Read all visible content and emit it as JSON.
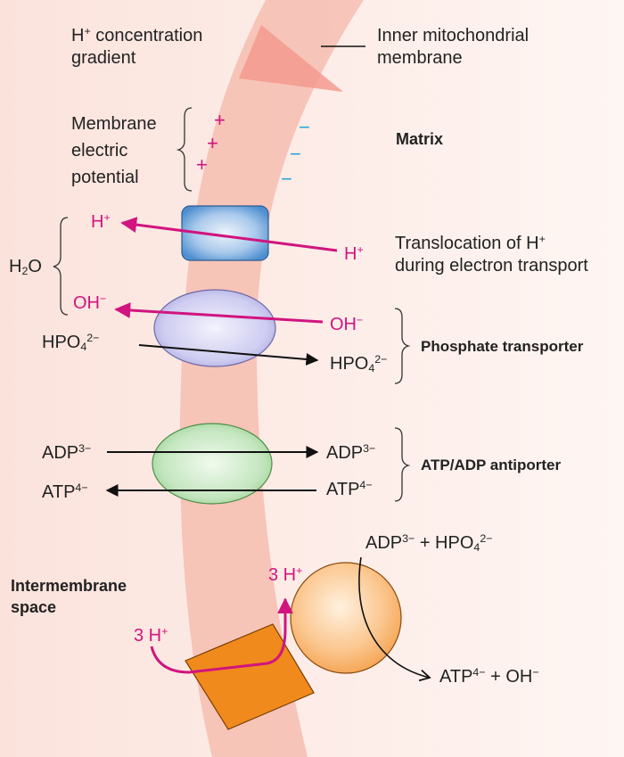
{
  "labels": {
    "h_gradient_line1": "H",
    "h_gradient_sup": "+",
    "h_gradient_rest": " concentration",
    "h_gradient_line2": "gradient",
    "inner_membrane_line1": "Inner mitochondrial",
    "inner_membrane_line2": "membrane",
    "membrane_potential_1": "Membrane",
    "membrane_potential_2": "electric",
    "membrane_potential_3": "potential",
    "matrix": "Matrix",
    "h2o_h": "H",
    "h2o_sub": "2",
    "h2o_o": "O",
    "h_left": "H",
    "h_left_sup": "+",
    "h_right": "H",
    "h_right_sup": "+",
    "translocation_1a": "Translocation of H",
    "translocation_1sup": "+",
    "translocation_2": "during electron transport",
    "oh_left": "OH",
    "oh_left_sup": "−",
    "oh_right": "OH",
    "oh_right_sup": "−",
    "hpo4_left": "HPO",
    "hpo4_left_sub": "4",
    "hpo4_left_sup": "2−",
    "hpo4_right": "HPO",
    "hpo4_right_sub": "4",
    "hpo4_right_sup": "2−",
    "phosphate_transporter": "Phosphate transporter",
    "adp_left": "ADP",
    "adp_left_sup": "3−",
    "adp_right": "ADP",
    "adp_right_sup": "3−",
    "atp_left": "ATP",
    "atp_left_sup": "4−",
    "atp_right": "ATP",
    "atp_right_sup": "4−",
    "antiporter": "ATP/ADP antiporter",
    "synthase_input_adp": "ADP",
    "synthase_input_adp_sup": "3−",
    "synthase_input_plus": " + HPO",
    "synthase_input_sub": "4",
    "synthase_input_sup": "2−",
    "intermembrane_1": "Intermembrane",
    "intermembrane_2": "space",
    "three_h_top": "3 H",
    "three_h_top_sup": "+",
    "three_h_bottom": "3 H",
    "three_h_bottom_sup": "+",
    "synthase_output_atp": "ATP",
    "synthase_output_sup": "4−",
    "synthase_output_rest": " + OH",
    "synthase_output_oh_sup": "−"
  },
  "potential_symbols": {
    "plus": "+",
    "minus": "−"
  },
  "colors": {
    "background": "#fdf1ec",
    "membrane": "#f6bdb0",
    "proton_magenta": "#d1147f",
    "minus_cyan": "#2aa2da",
    "gradient_triangle": "#f49a8e",
    "electron_transport_box": "#6fa8dc",
    "phosphate_transporter": "#c9c6ee",
    "antiporter": "#b9e0b4",
    "atp_synthase_head": "#f8b36b",
    "atp_synthase_stalk": "#f08a1c"
  }
}
